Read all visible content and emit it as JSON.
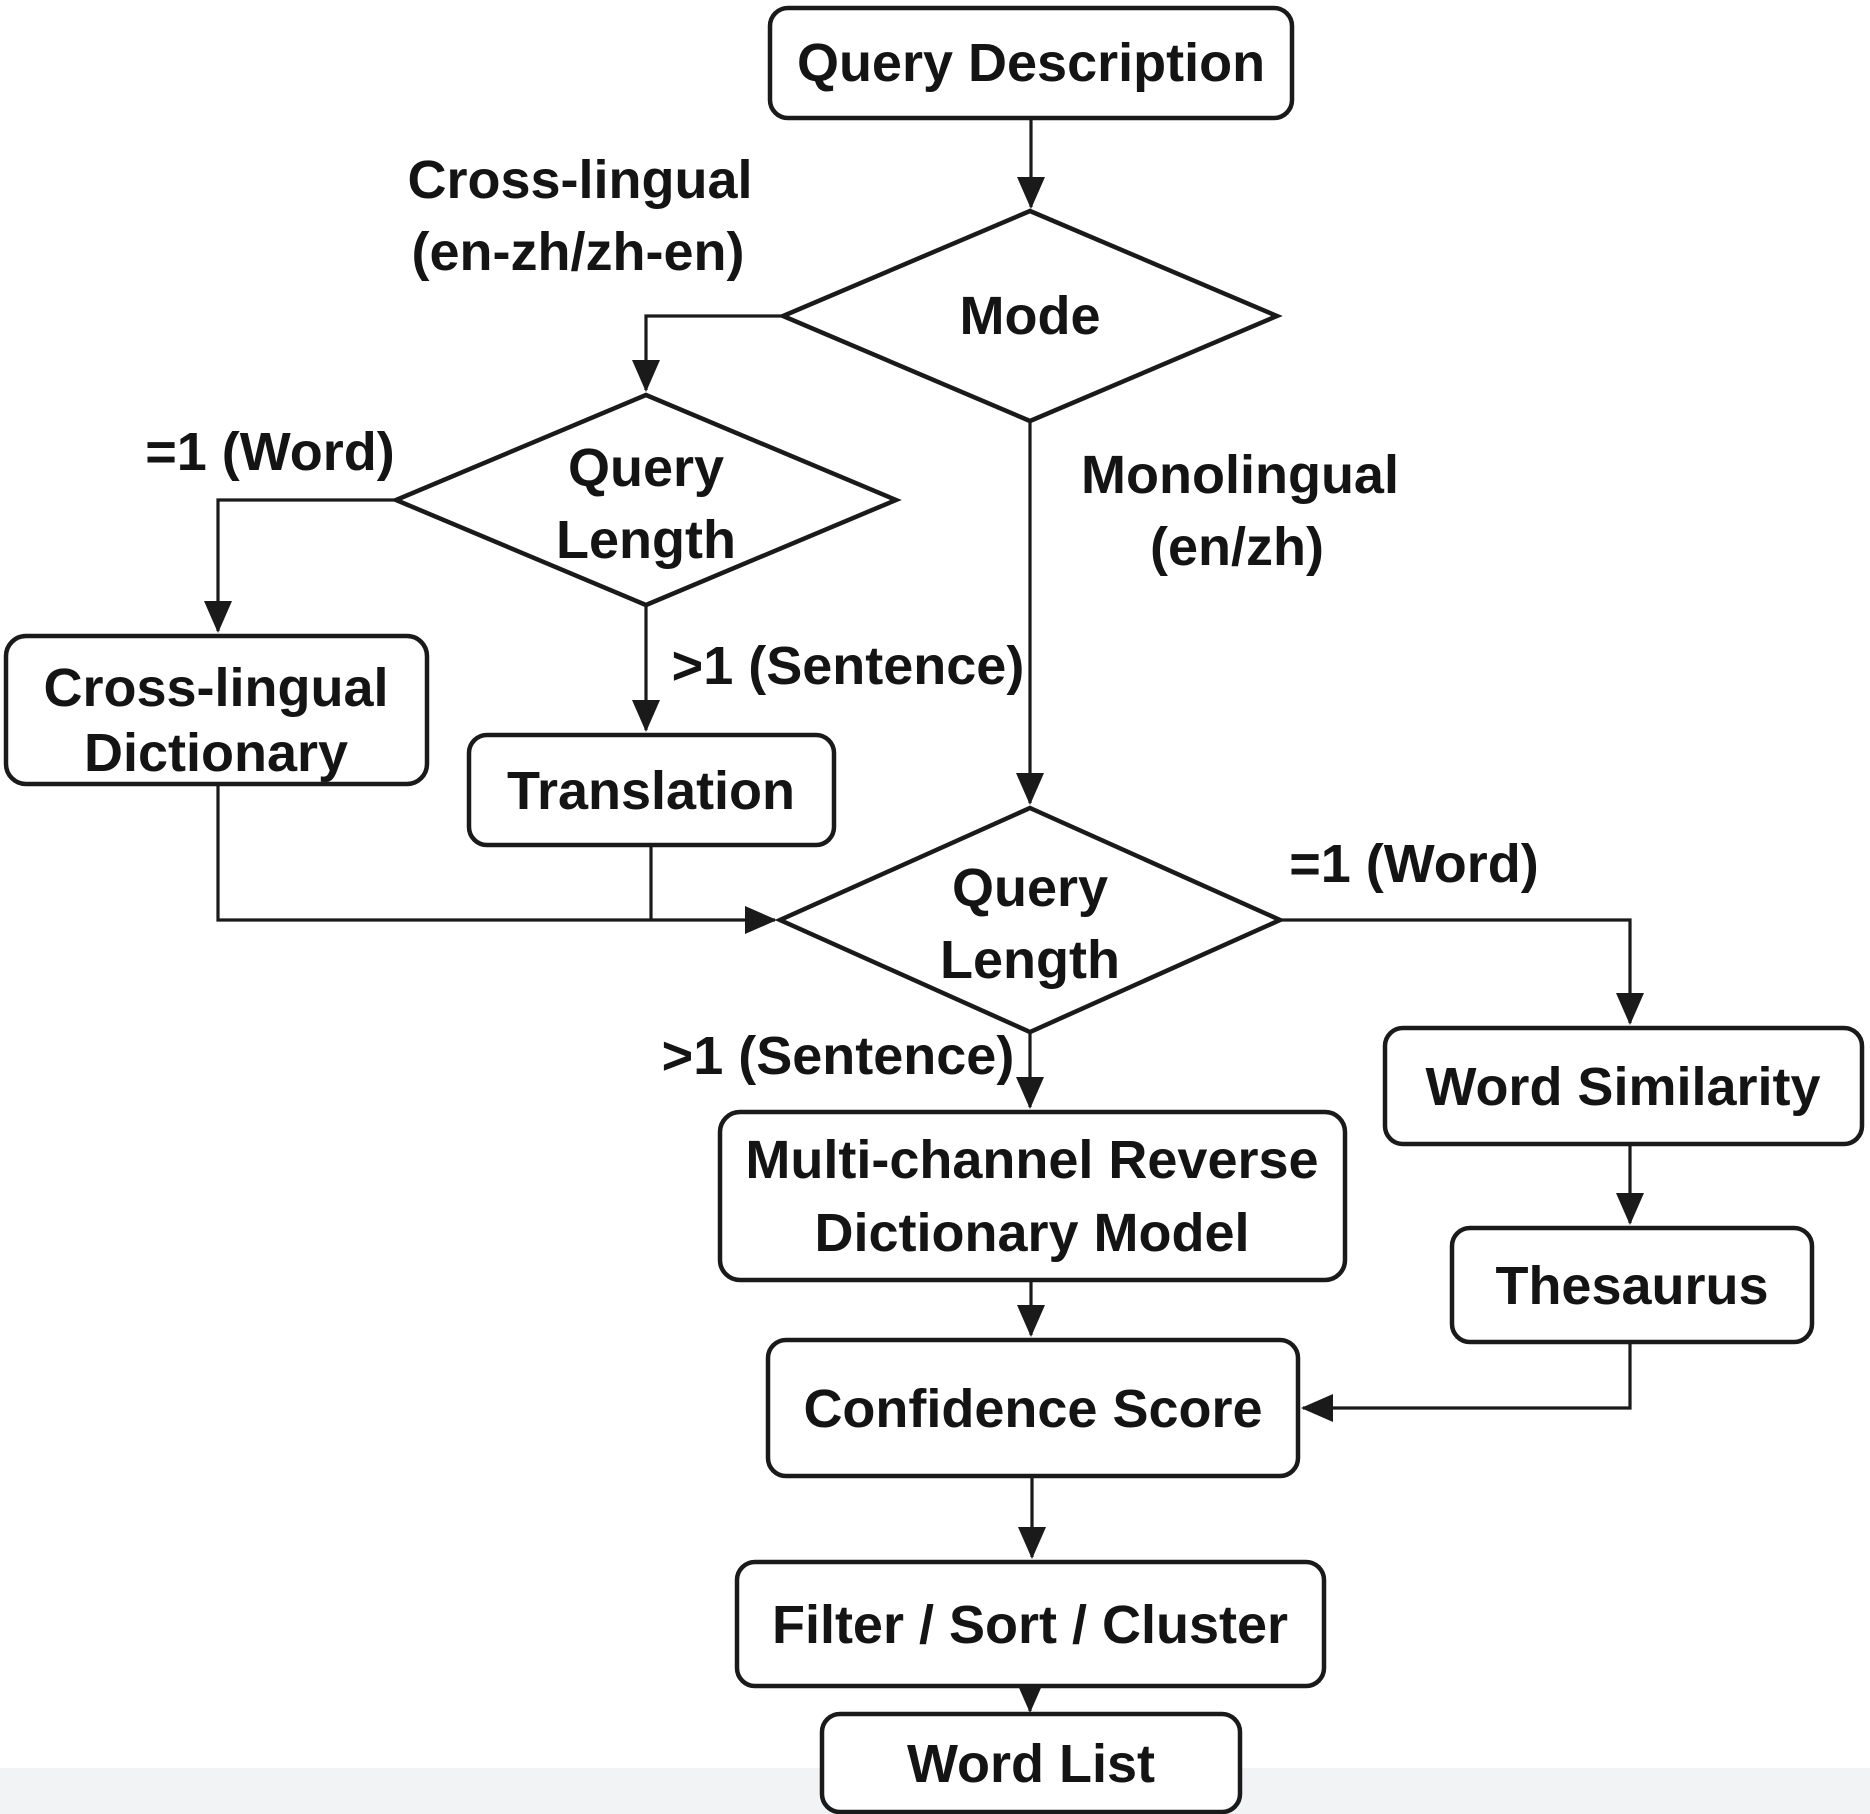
{
  "diagram": {
    "title_node": "Query Description",
    "nodes": {
      "query_description": {
        "label": "Query Description"
      },
      "mode": {
        "label": "Mode"
      },
      "query_length_1": {
        "line1": "Query",
        "line2": "Length"
      },
      "cross_lingual_dictionary": {
        "line1": "Cross-lingual",
        "line2": "Dictionary"
      },
      "translation": {
        "label": "Translation"
      },
      "query_length_2": {
        "line1": "Query",
        "line2": "Length"
      },
      "multi_channel_reverse_dictionary_model": {
        "line1": "Multi-channel Reverse",
        "line2": "Dictionary Model"
      },
      "word_similarity": {
        "label": "Word Similarity"
      },
      "thesaurus": {
        "label": "Thesaurus"
      },
      "confidence_score": {
        "label": "Confidence Score"
      },
      "filter_sort_cluster": {
        "label": "Filter / Sort / Cluster"
      },
      "word_list": {
        "label": "Word List"
      }
    },
    "edge_labels": {
      "cross_lingual_line1": "Cross-lingual",
      "cross_lingual_line2": "(en-zh/zh-en)",
      "monolingual_line1": "Monolingual",
      "monolingual_line2": "(en/zh)",
      "eq1_word_left": "=1 (Word)",
      "gt1_sentence_left": ">1 (Sentence)",
      "eq1_word_right": "=1 (Word)",
      "gt1_sentence_center": ">1 (Sentence)"
    },
    "colors": {
      "stroke": "#1a1a1a",
      "text": "#141414",
      "background": "#ffffff",
      "bottom_strip": "#f2f3f5"
    }
  }
}
